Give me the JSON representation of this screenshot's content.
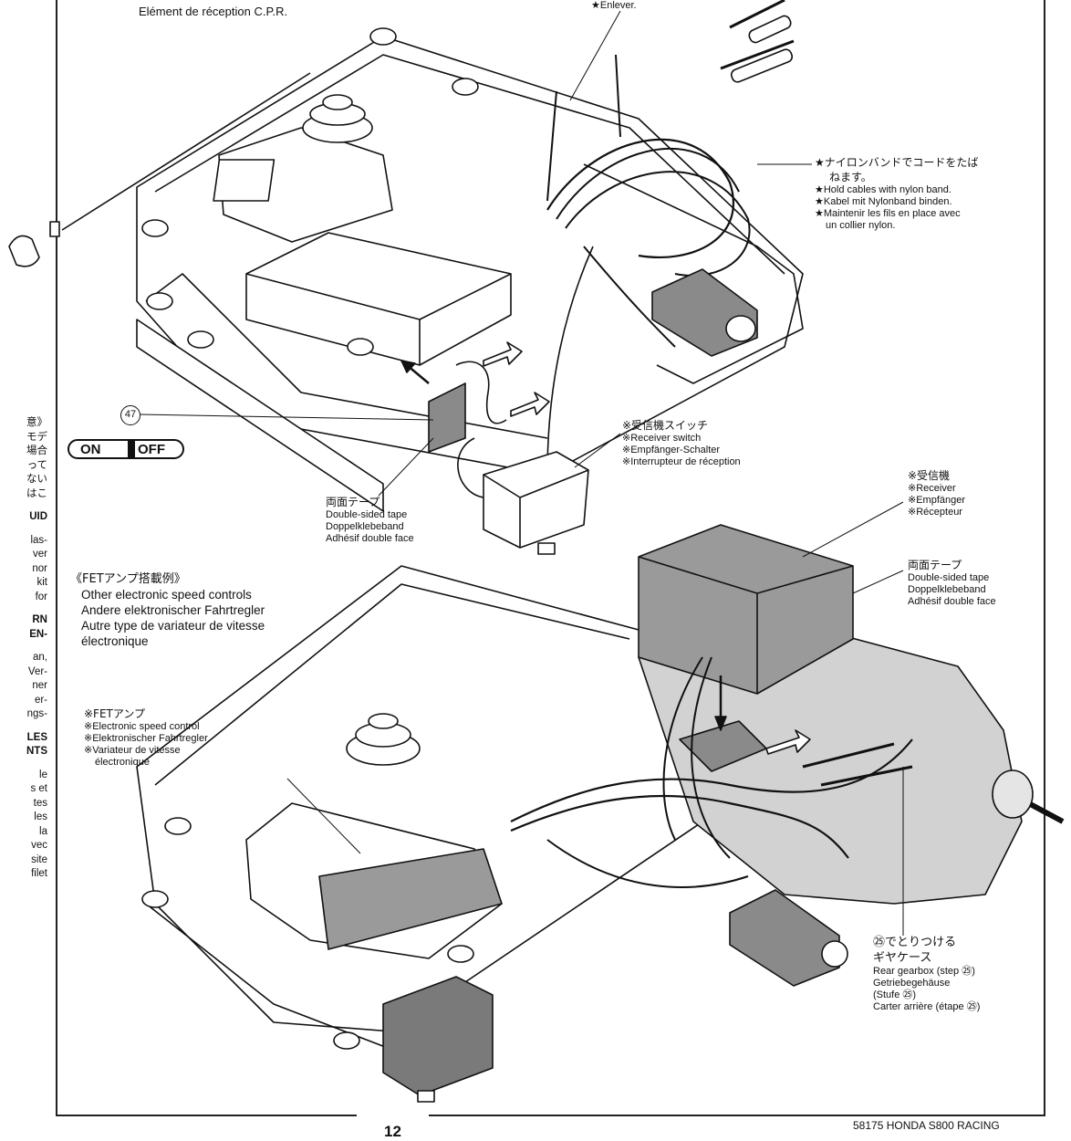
{
  "header": {
    "cpr_element_fr": "Elément de réception C.P.R.",
    "remove_fr": "★Enlever."
  },
  "cable_note": {
    "jp_line1": "★ナイロンバンドでコードをたば",
    "jp_line2": "ねます。",
    "en": "★Hold cables with nylon band.",
    "de": "★Kabel mit Nylonband binden.",
    "fr_line1": "★Maintenir les fils en place avec",
    "fr_line2": "un collier nylon."
  },
  "part_number": "47",
  "switch_indicator": {
    "on": "ON",
    "off": "OFF"
  },
  "receiver_switch": {
    "jp": "※受信機スイッチ",
    "en": "※Receiver switch",
    "de": "※Empfänger-Schalter",
    "fr": "※Interrupteur de réception"
  },
  "tape_1": {
    "jp": "両面テープ",
    "en": "Double-sided tape",
    "de": "Doppelklebeband",
    "fr": "Adhésif double face"
  },
  "receiver": {
    "jp": "※受信機",
    "en": "※Receiver",
    "de": "※Empfänger",
    "fr": "※Récepteur"
  },
  "tape_2": {
    "jp": "両面テープ",
    "en": "Double-sided tape",
    "de": "Doppelklebeband",
    "fr": "Adhésif double face"
  },
  "fet_example": {
    "jp": "《FETアンプ搭載例》",
    "en": "Other electronic speed controls",
    "de": "Andere elektronischer Fahrtregler",
    "fr_line1": "Autre type de variateur de vitesse",
    "fr_line2": "électronique"
  },
  "fet_amp": {
    "jp": "※FETアンプ",
    "en": "※Electronic speed control",
    "de": "※Elektronischer Fahrtregler",
    "fr_line1": "※Variateur de vitesse",
    "fr_line2": "électronique"
  },
  "gearbox": {
    "jp_line1": "㉕でとりつける",
    "jp_line2": "ギヤケース",
    "en": "Rear gearbox (step ㉕)",
    "de_line1": "Getriebegehäuse",
    "de_line2": "(Stufe ㉕)",
    "fr": "Carter arrière (étape ㉕)"
  },
  "left_margin": [
    "意》",
    "モデ",
    "場合",
    "って",
    "ない",
    "はこ",
    "",
    "UID",
    "",
    "las-",
    "ver",
    "nor",
    "kit",
    "for",
    "",
    "RN",
    "EN-",
    "",
    "an,",
    "Ver-",
    "ner",
    "er-",
    "ngs-",
    "",
    "LES",
    "NTS",
    "",
    "le",
    "s et",
    "tes",
    "les",
    "la",
    "vec",
    "site",
    "filet"
  ],
  "footer": {
    "model": "58175 HONDA S800 RACING",
    "page_number": "12"
  },
  "colors": {
    "ink": "#111111",
    "paper": "#ffffff",
    "shade": "#9a9a9a"
  }
}
